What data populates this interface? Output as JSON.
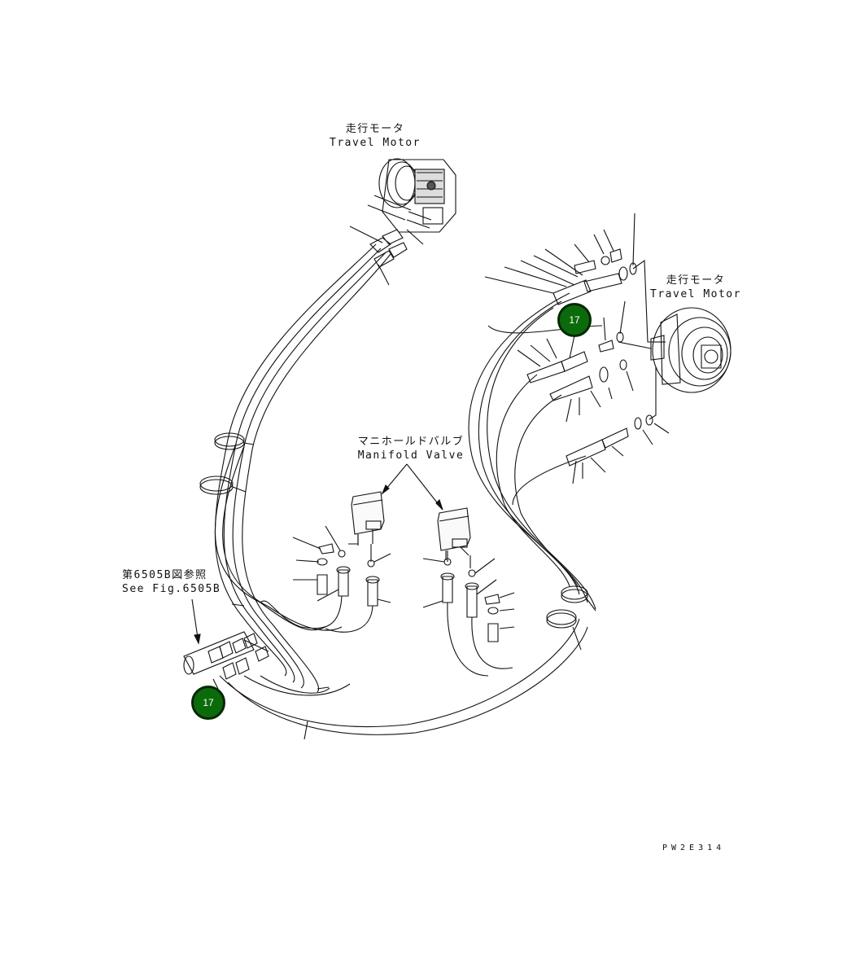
{
  "labels": {
    "travel_motor_top": {
      "jp": "走行モータ",
      "en": "Travel Motor"
    },
    "travel_motor_right": {
      "jp": "走行モータ",
      "en": "Travel Motor"
    },
    "manifold_valve": {
      "jp": "マニホールドバルブ",
      "en": "Manifold Valve"
    },
    "see_fig": {
      "jp": "第6505B図参照",
      "en": "See Fig.6505B"
    }
  },
  "callouts": {
    "right": "17",
    "left": "17"
  },
  "drawing_code": "PW2E314",
  "colors": {
    "callout_fill": "#0b6b0b",
    "line": "#111111"
  }
}
